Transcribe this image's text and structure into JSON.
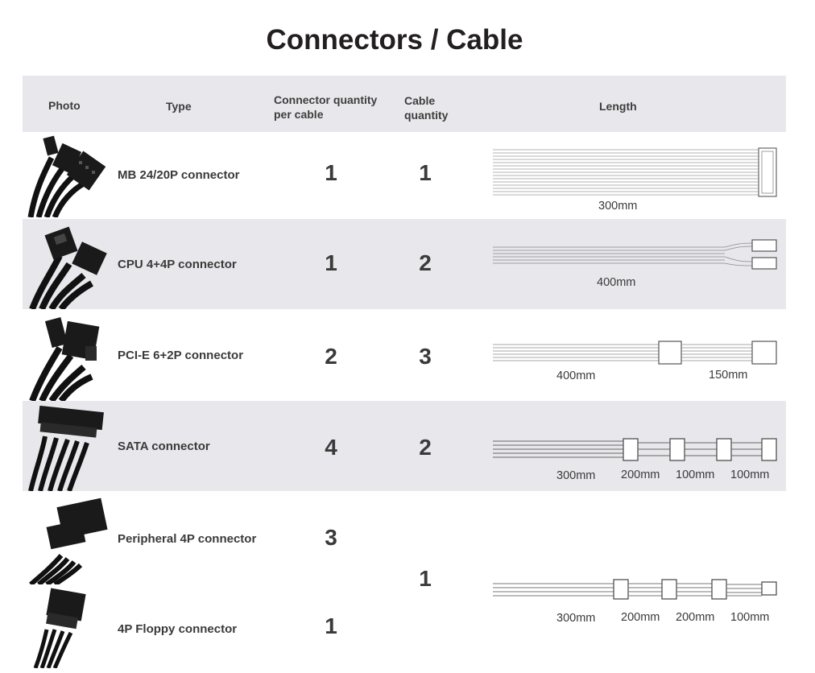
{
  "title": "Connectors / Cable",
  "headers": {
    "photo": "Photo",
    "type": "Type",
    "conn_qty_1": "Connector quantity",
    "conn_qty_2": "per cable",
    "cable_qty_1": "Cable",
    "cable_qty_2": "quantity",
    "length": "Length"
  },
  "rows": [
    {
      "type": "MB 24/20P connector",
      "conn_qty": "1",
      "cable_qty": "1",
      "lengths": [
        "300mm"
      ]
    },
    {
      "type": "CPU 4+4P connector",
      "conn_qty": "1",
      "cable_qty": "2",
      "lengths": [
        "400mm"
      ]
    },
    {
      "type": "PCI-E 6+2P connector",
      "conn_qty": "2",
      "cable_qty": "3",
      "lengths": [
        "400mm",
        "150mm"
      ]
    },
    {
      "type": "SATA connector",
      "conn_qty": "4",
      "cable_qty": "2",
      "lengths": [
        "300mm",
        "200mm",
        "100mm",
        "100mm"
      ]
    },
    {
      "type": "Peripheral 4P connector",
      "conn_qty": "3",
      "cable_qty": "1",
      "lengths": [
        "300mm",
        "200mm",
        "200mm",
        "100mm"
      ]
    },
    {
      "type": "4P Floppy connector",
      "conn_qty": "1"
    }
  ],
  "colors": {
    "band": "#e8e8ec",
    "text": "#3a3a3a",
    "title": "#231f20"
  }
}
